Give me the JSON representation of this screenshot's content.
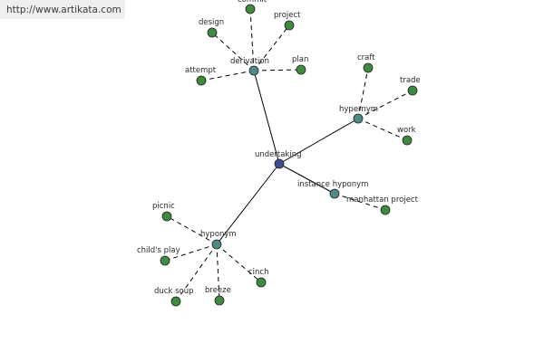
{
  "watermark": {
    "url": "http://www.artikata.com"
  },
  "colors": {
    "root": "#3b4f8c",
    "relation": "#4d8a8a",
    "leaf": "#3f8a3f",
    "edge": "#000000"
  },
  "graph": {
    "root": {
      "id": "undertaking",
      "label": "undertaking"
    },
    "relations": [
      {
        "id": "derivation",
        "label": "derivation",
        "leaves": [
          {
            "id": "commit",
            "label": "commit"
          },
          {
            "id": "design",
            "label": "design"
          },
          {
            "id": "project",
            "label": "project"
          },
          {
            "id": "attempt",
            "label": "attempt"
          },
          {
            "id": "plan",
            "label": "plan"
          }
        ]
      },
      {
        "id": "hypernym",
        "label": "hypernym",
        "leaves": [
          {
            "id": "craft",
            "label": "craft"
          },
          {
            "id": "trade",
            "label": "trade"
          },
          {
            "id": "work",
            "label": "work"
          }
        ]
      },
      {
        "id": "instance-hyponym",
        "label": "instance hyponym",
        "leaves": [
          {
            "id": "manhattan-project",
            "label": "manhattan project"
          }
        ]
      },
      {
        "id": "hyponym",
        "label": "hyponym",
        "leaves": [
          {
            "id": "picnic",
            "label": "picnic"
          },
          {
            "id": "childs-play",
            "label": "child's play"
          },
          {
            "id": "duck-soup",
            "label": "duck soup"
          },
          {
            "id": "breeze",
            "label": "breeze"
          },
          {
            "id": "cinch",
            "label": "cinch"
          }
        ]
      }
    ]
  }
}
